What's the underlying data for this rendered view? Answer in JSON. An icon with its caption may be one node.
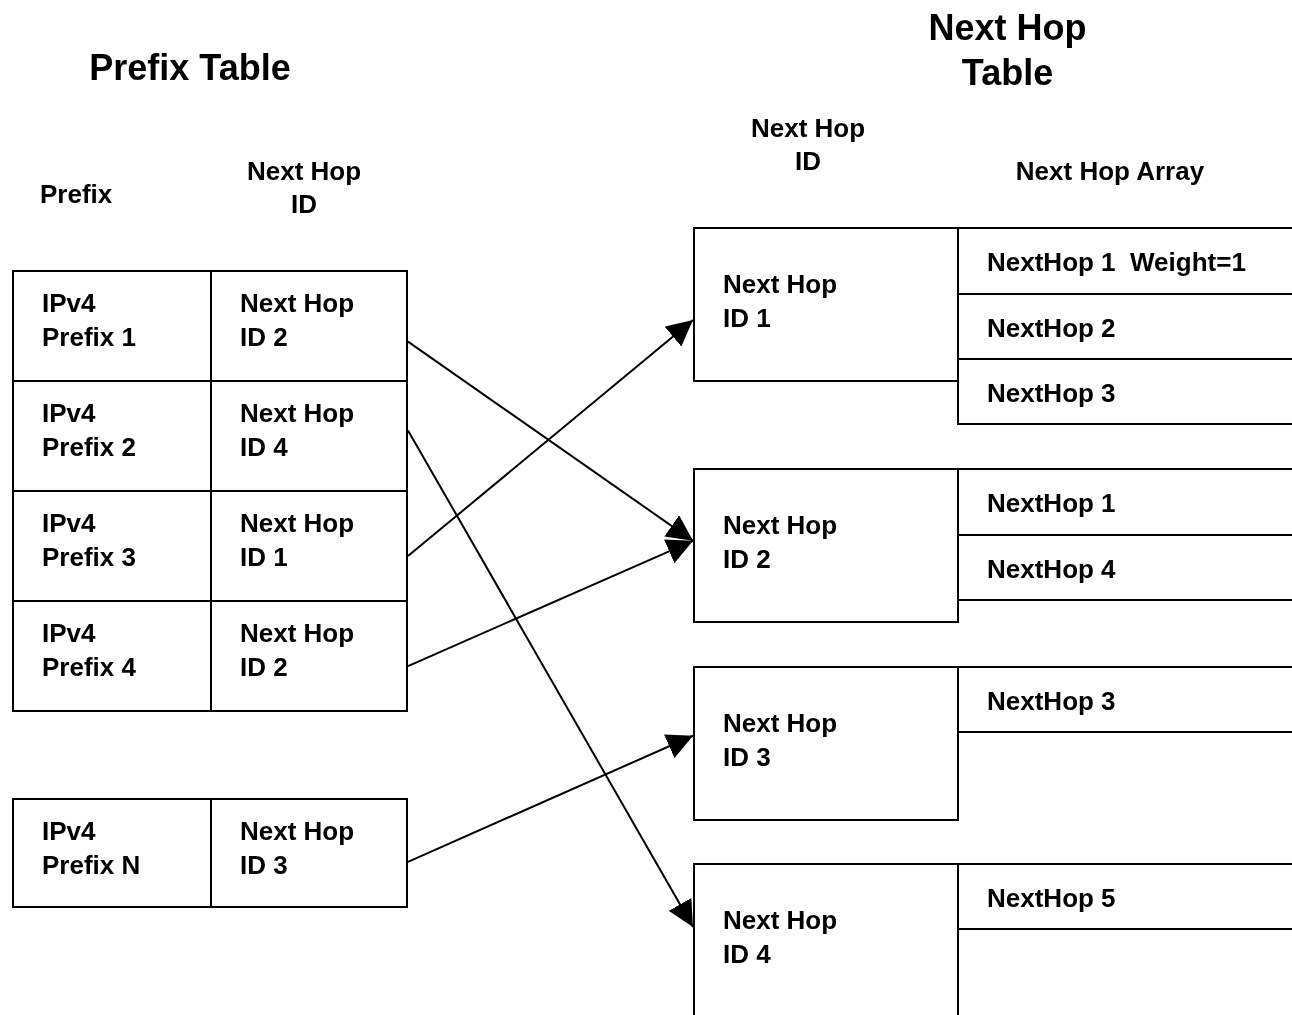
{
  "diagram": {
    "nodes": [
      {
        "text": [
          "IPv4 Prefix 1"
        ]
      },
      {
        "text": [
          "Next Hop ID 2"
        ]
      },
      {
        "text": [
          "IPv4 Prefix 2"
        ]
      },
      {
        "text": [
          "Next Hop ID 4"
        ]
      },
      {
        "text": [
          "IPv4 Prefix 3"
        ]
      },
      {
        "text": [
          "Next Hop ID 1"
        ]
      },
      {
        "text": [
          "IPv4 Prefix 4"
        ]
      },
      {
        "text": [
          "Next Hop ID 2"
        ]
      },
      {
        "text": [
          "IPv4 Prefix N"
        ]
      },
      {
        "text": [
          "Next Hop ID 3"
        ]
      },
      {
        "text": [
          "Next Hop ID 1"
        ]
      },
      {
        "text": [
          "NextHop 1  Weight=1"
        ]
      },
      {
        "text": [
          "NextHop 2"
        ]
      },
      {
        "text": [
          "NextHop 3"
        ]
      },
      {
        "text": [
          "Next Hop ID 2"
        ]
      },
      {
        "text": [
          "NextHop 1"
        ]
      },
      {
        "text": [
          "NextHop 4"
        ]
      },
      {
        "text": [
          "Next Hop ID 3"
        ]
      },
      {
        "text": [
          "NextHop 3"
        ]
      },
      {
        "text": [
          "Next Hop ID 4"
        ]
      },
      {
        "text": [
          "NextHop 5"
        ]
      }
    ],
    "edges": [
      {
        "from": 1,
        "to": 14,
        "arrow": "to"
      },
      {
        "from": 3,
        "to": 19,
        "arrow": "to"
      },
      {
        "from": 5,
        "to": 10,
        "arrow": "to"
      },
      {
        "from": 7,
        "to": 14,
        "arrow": "to"
      },
      {
        "from": 9,
        "to": 17,
        "arrow": "to"
      }
    ],
    "labels": [
      "Next Hop Table",
      "Prefix Table",
      "Next Hop ID",
      "Prefix",
      "Next Hop ID",
      "Next Hop Array"
    ]
  }
}
